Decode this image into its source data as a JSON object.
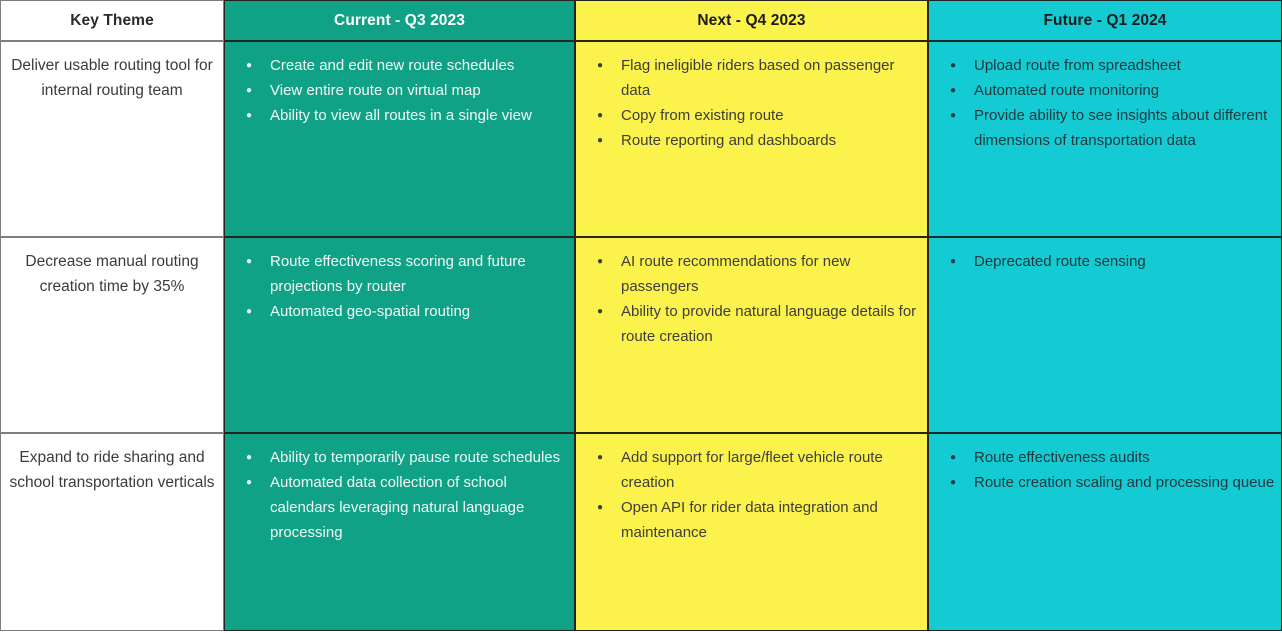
{
  "table": {
    "columns": [
      {
        "id": "key-theme",
        "label": "Key Theme",
        "bg": "#ffffff",
        "header_text": "#2b2b2b",
        "body_text": "#3b3b3b"
      },
      {
        "id": "current",
        "label": "Current - Q3 2023",
        "bg": "#10a287",
        "header_text": "#ffffff",
        "body_text": "#f2f8f6"
      },
      {
        "id": "next",
        "label": "Next - Q4 2023",
        "bg": "#fbf24b",
        "header_text": "#1c1c1c",
        "body_text": "#3d3d3d"
      },
      {
        "id": "future",
        "label": "Future - Q1 2024",
        "bg": "#14cbd3",
        "header_text": "#1c1c1c",
        "body_text": "#21393d"
      }
    ],
    "rows": [
      {
        "theme": "Deliver usable routing tool for internal routing team",
        "current": [
          "Create and edit new route schedules",
          "View entire route on virtual map",
          "Ability to view all routes in a single view"
        ],
        "next": [
          "Flag ineligible riders based on passenger data",
          "Copy from existing route",
          "Route reporting and dashboards"
        ],
        "future": [
          "Upload route from spreadsheet",
          "Automated route monitoring",
          "Provide ability to see insights about different dimensions of transportation data"
        ]
      },
      {
        "theme": "Decrease manual routing creation time by 35%",
        "current": [
          "Route effectiveness scoring and future projections by router",
          "Automated geo-spatial routing"
        ],
        "next": [
          "AI route recommendations for new passengers",
          "Ability to provide natural language details for route creation"
        ],
        "future": [
          "Deprecated route sensing"
        ]
      },
      {
        "theme": "Expand to ride sharing and school transportation verticals",
        "current": [
          "Ability to temporarily pause route schedules",
          "Automated data collection of school calendars leveraging natural language processing"
        ],
        "next": [
          "Add support for large/fleet vehicle route creation",
          "Open API for rider data integration and maintenance"
        ],
        "future": [
          "Route effectiveness audits",
          "Route creation scaling and processing queue"
        ]
      }
    ]
  }
}
